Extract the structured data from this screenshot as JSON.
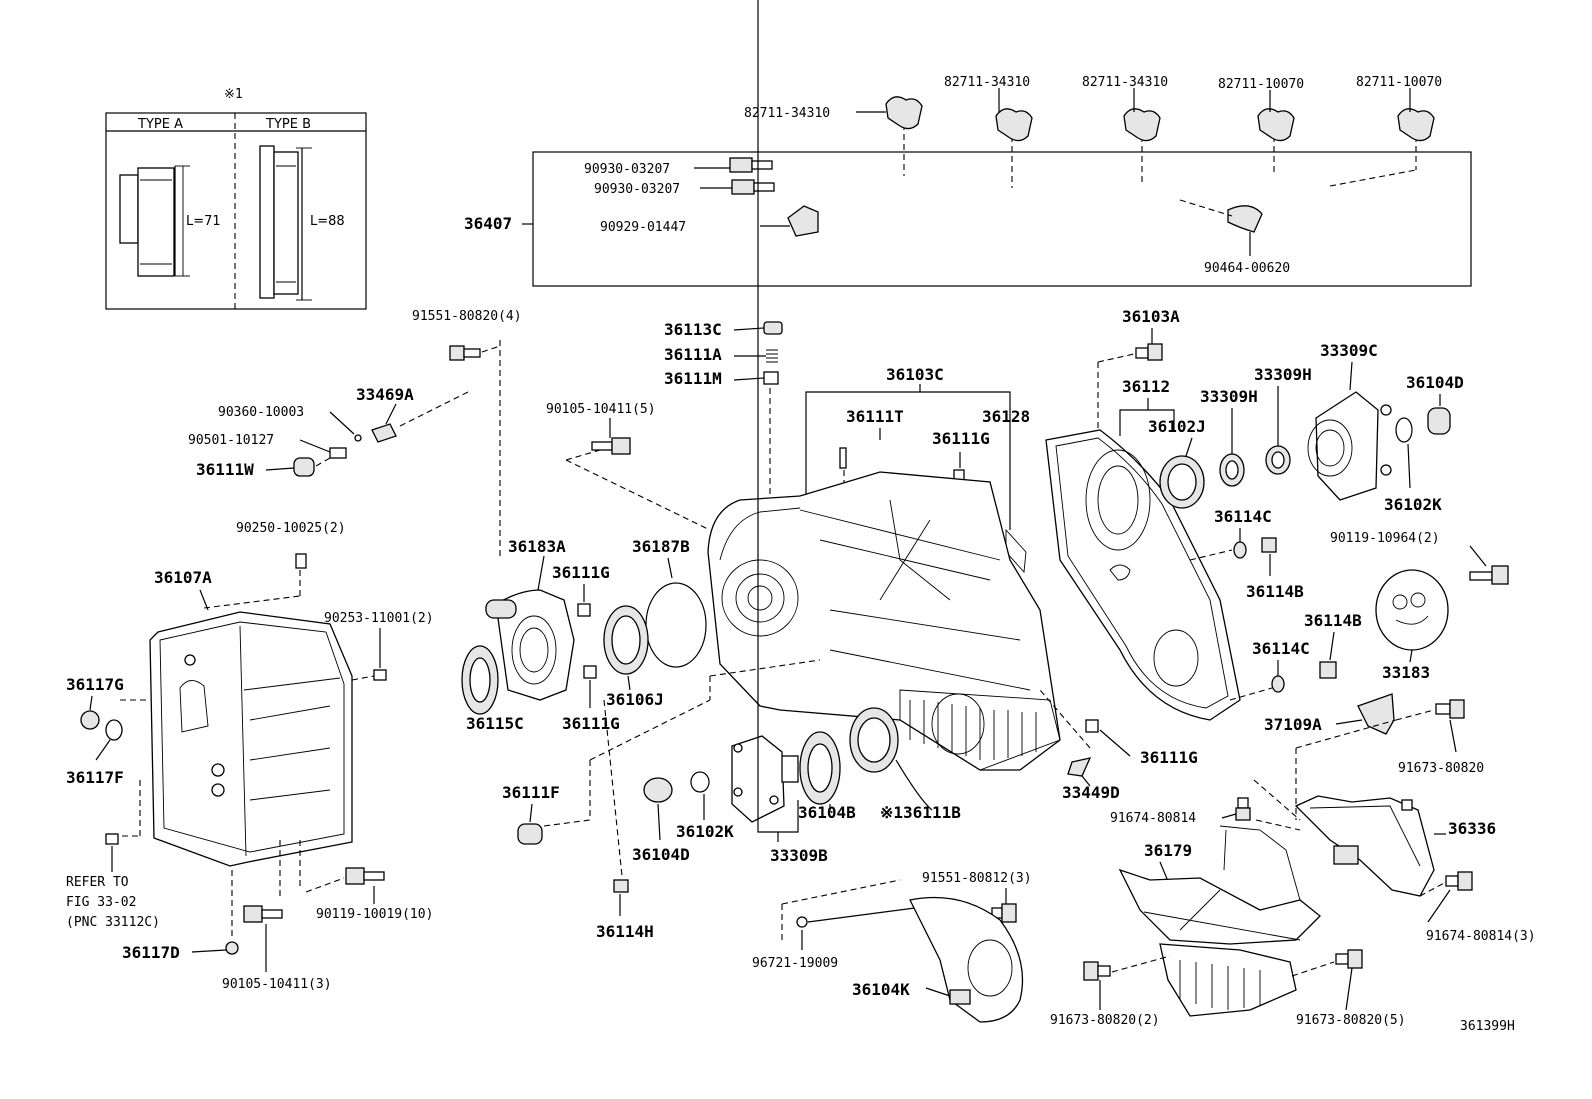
{
  "note_mark": "※1",
  "type_box": {
    "type_a": "TYPE A",
    "type_b": "TYPE B",
    "len_a": "L=71",
    "len_b": "L=88"
  },
  "labels": {
    "c82711_34310_a": "82711-34310",
    "c82711_34310_b": "82711-34310",
    "c82711_34310_c": "82711-34310",
    "c82711_10070_a": "82711-10070",
    "c82711_10070_b": "82711-10070",
    "c90930_03207_a": "90930-03207",
    "c90930_03207_b": "90930-03207",
    "c90929_01447": "90929-01447",
    "c90464_00620": "90464-00620",
    "c36407": "36407",
    "c91551_80820": "91551-80820(4)",
    "c90360_10003": "90360-10003",
    "c33469A": "33469A",
    "c90501_10127": "90501-10127",
    "c36111W": "36111W",
    "c90250_10025": "90250-10025(2)",
    "c36107A": "36107A",
    "c90253_11001": "90253-11001(2)",
    "c36117G": "36117G",
    "c36117F": "36117F",
    "refer1": "REFER TO",
    "refer2": "FIG 33-02",
    "refer3": "(PNC 33112C)",
    "c90119_10019": "90119-10019(10)",
    "c36117D": "36117D",
    "c90105_10411_3": "90105-10411(3)",
    "c36113C": "36113C",
    "c36111A": "36111A",
    "c36111M": "36111M",
    "c90105_10411_5": "90105-10411(5)",
    "c36103C": "36103C",
    "c36111T": "36111T",
    "c36128": "36128",
    "c36111G_a": "36111G",
    "c36183A": "36183A",
    "c36111G_b": "36111G",
    "c36187B": "36187B",
    "c36115C": "36115C",
    "c36111G_c": "36111G",
    "c36106J": "36106J",
    "c36111F": "36111F",
    "c36104D_a": "36104D",
    "c36102K_a": "36102K",
    "c36104B": "36104B",
    "c36111B": "※136111B",
    "c33309B": "33309B",
    "c36114H": "36114H",
    "c36103A": "36103A",
    "c36112": "36112",
    "c36102J": "36102J",
    "c33309H_a": "33309H",
    "c33309H_b": "33309H",
    "c33309C": "33309C",
    "c36104D_b": "36104D",
    "c36102K_b": "36102K",
    "c36114C_a": "36114C",
    "c36114B_a": "36114B",
    "c90119_10964": "90119-10964(2)",
    "c36114B_b": "36114B",
    "c36114C_b": "36114C",
    "c33183": "33183",
    "c37109A": "37109A",
    "c91673_80820": "91673-80820",
    "c36111G_d": "36111G",
    "c33449D": "33449D",
    "c91674_80814": "91674-80814",
    "c36336": "36336",
    "c36179": "36179",
    "c91551_80812": "91551-80812(3)",
    "c96721_19009": "96721-19009",
    "c36104K": "36104K",
    "c91674_80814_3": "91674-80814(3)",
    "c91673_80820_2": "91673-80820(2)",
    "c91673_80820_5": "91673-80820(5)",
    "fig_no": "361399H"
  }
}
